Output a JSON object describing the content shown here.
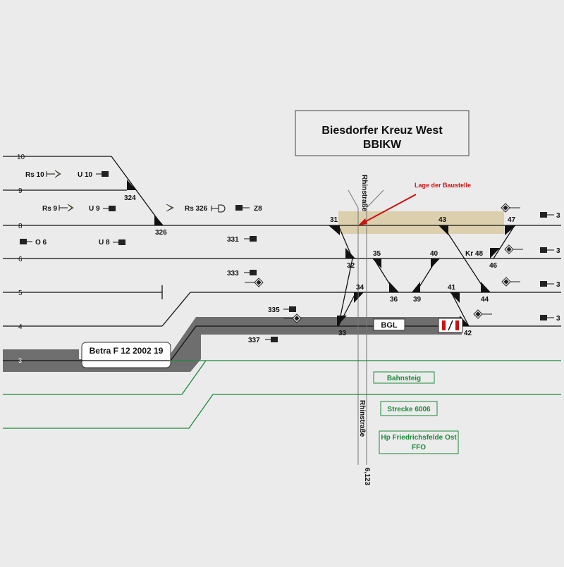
{
  "title": {
    "line1": "Biesdorfer Kreuz West",
    "line2": "BBIKW"
  },
  "annotation": {
    "construction": "Lage der Baustelle"
  },
  "tracks": {
    "t10": "10",
    "t9": "9",
    "t8": "8",
    "t6": "6",
    "t5": "5",
    "t4": "4",
    "t3": "3"
  },
  "signals": {
    "rs10": "Rs 10",
    "u10": "U 10",
    "rs9": "Rs 9",
    "u9": "U 9",
    "rs326": "Rs 326",
    "z8": "Z8",
    "o6": "O 6",
    "u8": "U 8",
    "s331": "331",
    "s333": "333",
    "s335": "335",
    "s337": "337"
  },
  "switches": {
    "w324": "324",
    "w326": "326",
    "w31": "31",
    "w32": "32",
    "w33": "33",
    "w34": "34",
    "w35": "35",
    "w36": "36",
    "w39": "39",
    "w40": "40",
    "w41": "41",
    "w42": "42",
    "w43": "43",
    "w44": "44",
    "w46": "46",
    "w47": "47",
    "kr48": "Kr 48"
  },
  "right_edge": {
    "r1": "3",
    "r2": "3",
    "r3": "3",
    "r4": "3"
  },
  "labels": {
    "betra": "Betra F 12 2002 19",
    "bgl": "BGL",
    "bahnsteig": "Bahnsteig",
    "strecke": "Strecke 6006",
    "hp_line1": "Hp Friedrichsfelde Ost",
    "hp_line2": "FFO",
    "street_top": "Rhinstraße",
    "street_bottom": "Rhinstraße",
    "km": "6,123"
  },
  "colors": {
    "background": "#ebebeb",
    "track": "#111111",
    "green": "#1a8a3a",
    "construction_area": "#d9cca6",
    "arrow": "#cc1111",
    "platform_grey": "#6e6e6e",
    "signal_orange": "#e0a020"
  }
}
